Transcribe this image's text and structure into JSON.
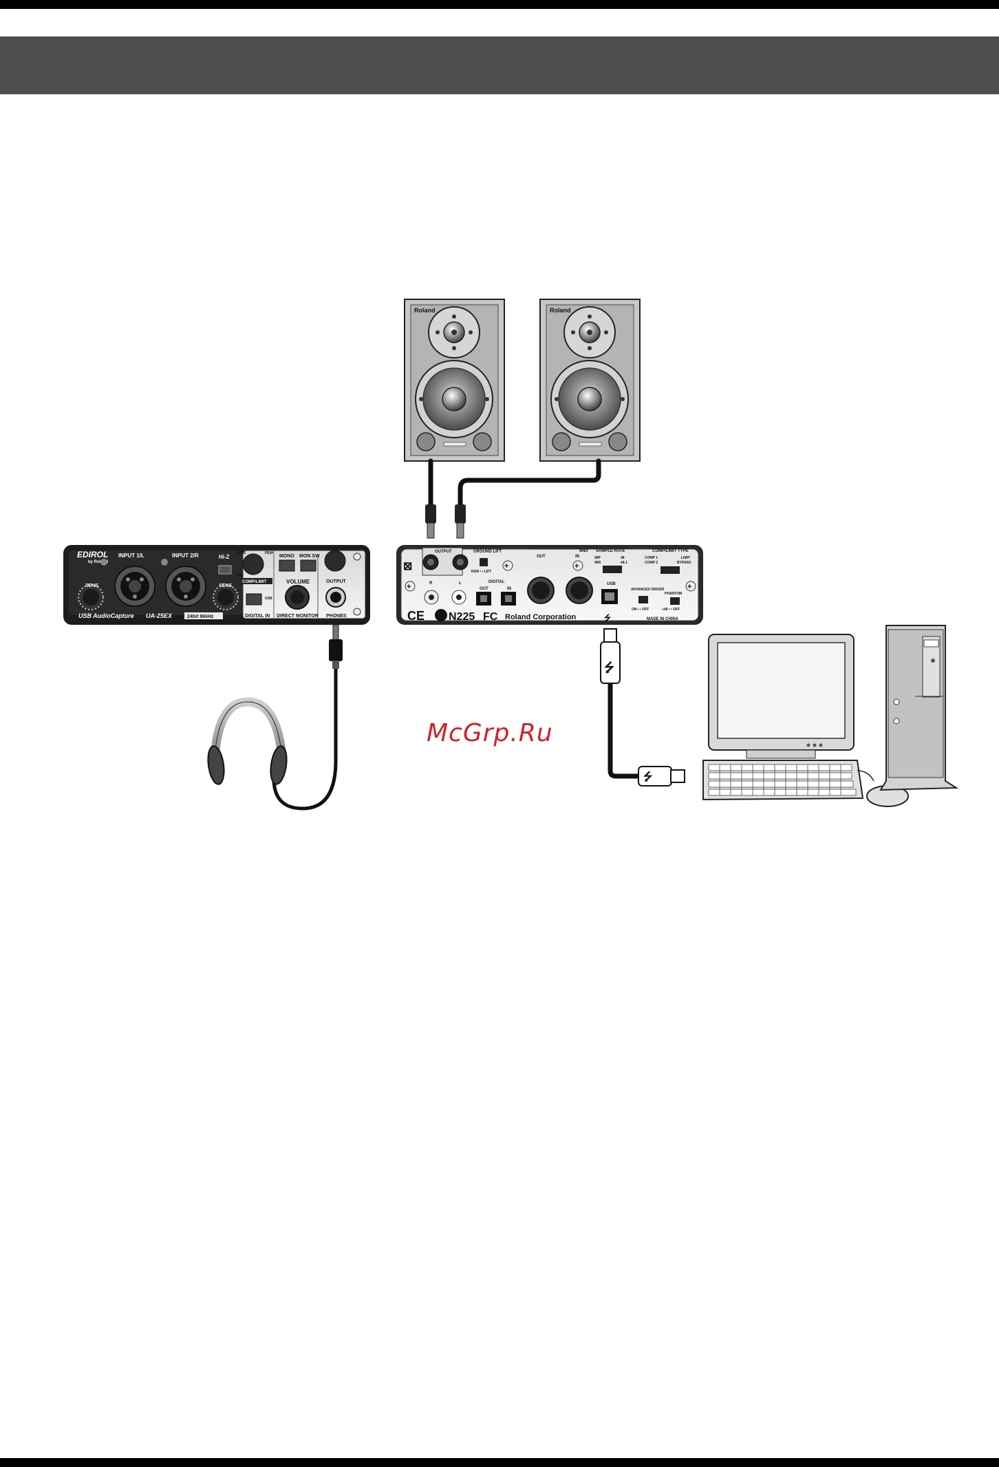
{
  "watermark": "McGrp.Ru",
  "front_panel": {
    "brand": "EDIROL",
    "brand_sub": "by Roland",
    "input1": "INPUT 1/L",
    "input2": "INPUT 2/R",
    "hiz": "Hi-Z",
    "sens_l": "SENS",
    "sens_r": "SENS",
    "mono": "MONO",
    "mon_sw": "MON SW",
    "comp_limit": "COMP/LIMIT",
    "volume": "VOLUME",
    "direct_monitor": "DIRECT MONITOR",
    "digital_in": "DIGITAL IN",
    "output": "OUTPUT",
    "phones": "PHONES",
    "product": "USB AudioCapture",
    "model": "UA-25EX",
    "spec": "24bit 96kHz",
    "peak": "PEAK",
    "off": "OFF",
    "usb": "USB",
    "thre": "THRE"
  },
  "rear_panel": {
    "output": "OUTPUT",
    "r": "R",
    "l": "L",
    "ground_lift": "GROUND LIFT",
    "nor_lift": "NOR • • LIFT",
    "digital": "DIGITAL",
    "d_out": "OUT",
    "d_in": "IN",
    "midi": "MIDI",
    "midi_out": "OUT",
    "midi_in": "IN",
    "sample_rate": "SAMPLE RATE",
    "sr_96p": "96P",
    "sr_96r": "96R",
    "sr_48": "48",
    "sr_441": "44.1",
    "comp_limit_type": "COMP/LIMIT TYPE",
    "comp1": "COMP 1",
    "comp2": "COMP 2",
    "limit": "LIMIT",
    "bypass": "BYPASS",
    "usb": "USB",
    "advanced_driver": "ADVANCED DRIVER",
    "on_off": "ON • • OFF",
    "phantom": "PHANTOM",
    "phantom_onoff": "+48 • • OFF",
    "ce": "CE",
    "n225": "N225",
    "fc": "FC",
    "corp": "Roland Corporation",
    "made_in": "MADE IN CHINA"
  },
  "speakers": [
    {
      "brand": "Roland"
    },
    {
      "brand": "Roland"
    }
  ]
}
